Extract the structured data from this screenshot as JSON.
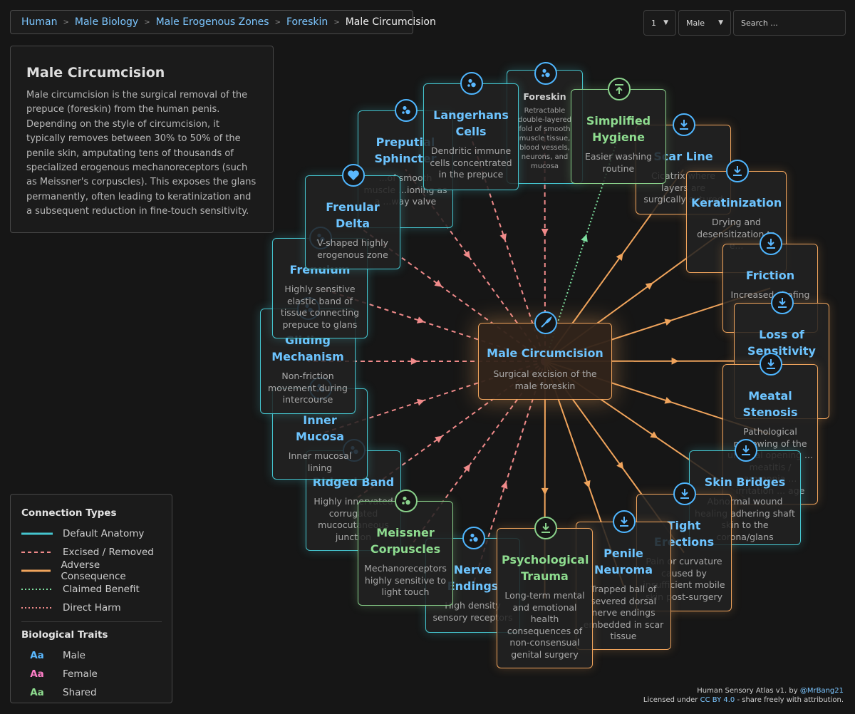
{
  "breadcrumb": {
    "items": [
      "Human",
      "Male Biology",
      "Male Erogenous Zones",
      "Foreskin"
    ],
    "separator": ">",
    "current": "Male Circumcision"
  },
  "controls": {
    "level_value": "1",
    "sex_value": "Male",
    "search_placeholder": "Search ..."
  },
  "info": {
    "title": "Male Circumcision",
    "text": "Male circumcision is the surgical removal of the prepuce (foreskin) from the human penis. Depending on the style of circumcision, it typically removes between 30% to 50% of the penile skin, amputating tens of thousands of specialized erogenous mechanoreceptors (such as Meissner's corpuscles). This exposes the glans permanently, often leading to keratinization and a subsequent reduction in fine-touch sensitivity."
  },
  "legend": {
    "connection_title": "Connection Types",
    "connections": [
      {
        "label": "Default Anatomy",
        "color": "#45c5cf",
        "style": "solid"
      },
      {
        "label": "Excised / Removed",
        "color": "#f08a8a",
        "style": "dashed"
      },
      {
        "label": "Adverse Consequence",
        "color": "#f0a45c",
        "style": "solid"
      },
      {
        "label": "Claimed Benefit",
        "color": "#7ee0a0",
        "style": "dotted"
      },
      {
        "label": "Direct Harm",
        "color": "#f08a8a",
        "style": "dotted"
      }
    ],
    "traits_title": "Biological Traits",
    "traits": [
      {
        "glyph": "Aa",
        "label": "Male",
        "color": "#5ab8ff"
      },
      {
        "glyph": "Aa",
        "label": "Female",
        "color": "#ff7ec8"
      },
      {
        "glyph": "Aa",
        "label": "Shared",
        "color": "#8edc8f"
      }
    ]
  },
  "center": {
    "title": "Male Circumcision",
    "desc": "Surgical excision of the male foreskin",
    "icon": "scalpel-icon"
  },
  "nodes": {
    "preputial_sphincter": {
      "title": "Preputial Sphincter",
      "desc": "...of smooth muscle ...ioning as a ...way valve",
      "icon": "dots-icon"
    },
    "langerhans_cells": {
      "title": "Langerhans Cells",
      "desc": "Dendritic immune cells concentrated in the prepuce",
      "icon": "dots-icon"
    },
    "foreskin": {
      "title": "Foreskin",
      "desc": "Retractable double-layered fold of smooth muscle tissue, blood vessels, neurons, and mucosa",
      "icon": "dots-icon"
    },
    "simplified_hygiene": {
      "title": "Simplified Hygiene",
      "desc": "Easier washing routine",
      "icon": "upload-arrow-icon"
    },
    "scar_line": {
      "title": "Scar Line",
      "desc": "Cicatrix where layers are surgically sutured",
      "icon": "download-arrow-icon"
    },
    "keratinization": {
      "title": "Keratinization",
      "desc": "Drying and desensitization to e...",
      "icon": "download-arrow-icon"
    },
    "friction": {
      "title": "Friction",
      "desc": "Increased chafing",
      "icon": "download-arrow-icon"
    },
    "loss_of_sensitivity": {
      "title": "Loss of Sensitivity",
      "desc": "",
      "icon": "download-arrow-icon"
    },
    "meatal_stenosis": {
      "title": "Meatal Stenosis",
      "desc": "Pathological narrowing of the urethral opening ... meatitis / ammonia ... irritation ... age",
      "icon": "download-arrow-icon"
    },
    "skin_bridges": {
      "title": "Skin Bridges",
      "desc": "Abnormal wound healing adhering shaft skin to the corona/glans",
      "icon": "download-arrow-icon"
    },
    "tight_erections": {
      "title": "Tight Erections",
      "desc": "Pain or curvature caused by insufficient mobile skin post-surgery",
      "icon": "download-arrow-icon"
    },
    "penile_neuroma": {
      "title": "Penile Neuroma",
      "desc": "Trapped ball of severed dorsal nerve endings embedded in scar tissue",
      "icon": "download-arrow-icon"
    },
    "psychological_trauma": {
      "title": "Psychological Trauma",
      "desc": "Long-term mental and emotional health consequences of non-consensual genital surgery",
      "icon": "download-arrow-icon"
    },
    "nerve_endings": {
      "title": "Nerve Endings",
      "desc": "High density sensory receptors",
      "icon": "dots-icon"
    },
    "meissner_corpuscles": {
      "title": "Meissner Corpuscles",
      "desc": "Mechanoreceptors highly sensitive to light touch",
      "icon": "dots-icon"
    },
    "ridged_band": {
      "title": "Ridged Band",
      "desc": "Highly innervated corrugated mucocutaneous junction",
      "icon": "dots-icon"
    },
    "inner_mucosa": {
      "title": "Inner Mucosa",
      "desc": "Inner mucosal lining",
      "icon": "dots-icon"
    },
    "gliding_mechanism": {
      "title": "Gliding Mechanism",
      "desc": "Non-friction movement during intercourse",
      "icon": "dots-icon"
    },
    "frenulum": {
      "title": "Frenulum",
      "desc": "Highly sensitive elastic band of tissue connecting prepuce to glans",
      "icon": "dots-icon"
    },
    "frenular_delta": {
      "title": "Frenular Delta",
      "desc": "V-shaped highly erogenous zone",
      "icon": "heart-icon"
    }
  },
  "footer": {
    "line1_prefix": "Human Sensory Atlas v1. by ",
    "author": "@MrBang21",
    "line2_prefix": "Licensed under ",
    "license": "CC BY 4.0",
    "line2_suffix": " - share freely with attribution."
  }
}
